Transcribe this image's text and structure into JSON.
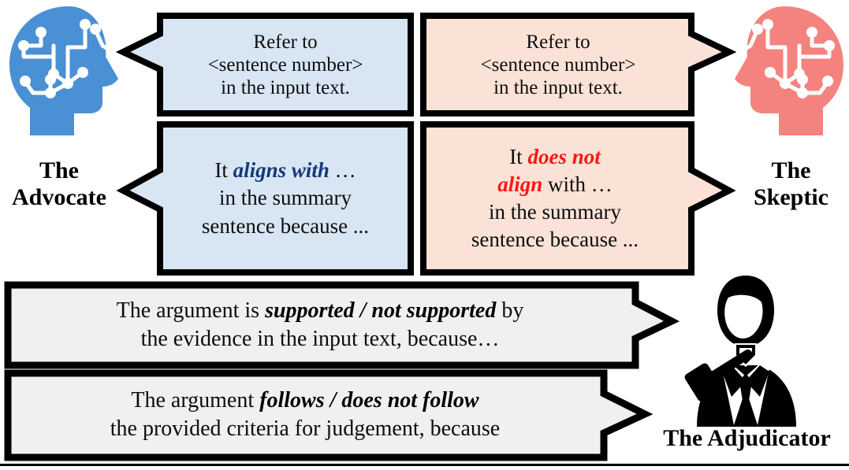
{
  "figure": {
    "title": "Multi-agent debate roles diagram",
    "background": "#ffffff",
    "rule_color": "#000000"
  },
  "colors": {
    "advocate_head": "#4a90d4",
    "skeptic_head": "#f4837f",
    "advocate_bubble_fill": "#d8e6f4",
    "skeptic_bubble_fill": "#fbe2d6",
    "adjudicator_bubble_fill": "#f0f0f0",
    "bubble_stroke": "#000000",
    "advocate_accent": "#15387a",
    "skeptic_accent": "#fb1712",
    "adjudicator_figure": "#000000"
  },
  "agents": {
    "advocate": {
      "name": "advocate",
      "label_line1": "The",
      "label_line2": "Advocate",
      "icon": "brain-circuit-head-icon",
      "bubbles": [
        {
          "id": "advocate-instruction",
          "lines": [
            "Refer to",
            "<sentence number>",
            "in the input text."
          ]
        },
        {
          "id": "advocate-claim",
          "lines": [
            {
              "pre": "It ",
              "em": "aligns with",
              "em_style": "blue",
              "post": " …"
            },
            {
              "pre": "in the summary",
              "em": "",
              "post": ""
            },
            {
              "pre": "sentence because ...",
              "em": "",
              "post": ""
            }
          ]
        }
      ]
    },
    "skeptic": {
      "name": "skeptic",
      "label_line1": "The",
      "label_line2": "Skeptic",
      "icon": "brain-circuit-head-icon",
      "bubbles": [
        {
          "id": "skeptic-instruction",
          "lines": [
            "Refer to",
            "<sentence number>",
            "in the input text."
          ]
        },
        {
          "id": "skeptic-claim",
          "lines": [
            {
              "pre": "It ",
              "em": "does not",
              "em_style": "red",
              "post": ""
            },
            {
              "pre": "",
              "em": "align",
              "em_style": "red",
              "post": " with …"
            },
            {
              "pre": "in the summary",
              "em": "",
              "post": ""
            },
            {
              "pre": "sentence because ...",
              "em": "",
              "post": ""
            }
          ]
        }
      ]
    },
    "adjudicator": {
      "name": "adjudicator",
      "label": "The Adjudicator",
      "icon": "judge-with-gavel-icon",
      "bubbles": [
        {
          "id": "adjudicator-evidence",
          "lines": [
            {
              "pre": "The argument is ",
              "em": "supported / not supported",
              "em_style": "bk",
              "post": " by"
            },
            {
              "pre": "the evidence in the input text, because…",
              "em": "",
              "post": ""
            }
          ]
        },
        {
          "id": "adjudicator-criteria",
          "lines": [
            {
              "pre": "The argument ",
              "em": "follows / does not follow",
              "em_style": "bk",
              "post": ""
            },
            {
              "pre": "the provided criteria for judgement, because",
              "em": "",
              "post": ""
            }
          ]
        }
      ]
    }
  },
  "text": {
    "advocate_b1_l1": "Refer to",
    "advocate_b1_l2": "<sentence number>",
    "advocate_b1_l3": "in the input text.",
    "advocate_b2_l1_pre": "It ",
    "advocate_b2_l1_em": "aligns with",
    "advocate_b2_l1_post": " …",
    "advocate_b2_l2": "in the summary",
    "advocate_b2_l3": "sentence because ...",
    "skeptic_b1_l1": "Refer to",
    "skeptic_b1_l2": "<sentence number>",
    "skeptic_b1_l3": "in the input text.",
    "skeptic_b2_l1_pre": "It ",
    "skeptic_b2_l1_em": "does not",
    "skeptic_b2_l2_em": "align",
    "skeptic_b2_l2_post": " with …",
    "skeptic_b2_l3": "in the summary",
    "skeptic_b2_l4": "sentence because ...",
    "adj_b1_l1_pre": "The argument is ",
    "adj_b1_l1_em": "supported / not supported",
    "adj_b1_l1_post": " by",
    "adj_b1_l2": "the evidence in the input text, because…",
    "adj_b2_l1_pre": "The argument ",
    "adj_b2_l1_em": "follows / does not follow",
    "adj_b2_l2": "the provided criteria for judgement, because",
    "advocate_label_1": "The",
    "advocate_label_2": "Advocate",
    "skeptic_label_1": "The",
    "skeptic_label_2": "Skeptic",
    "adjudicator_label": "The Adjudicator"
  }
}
